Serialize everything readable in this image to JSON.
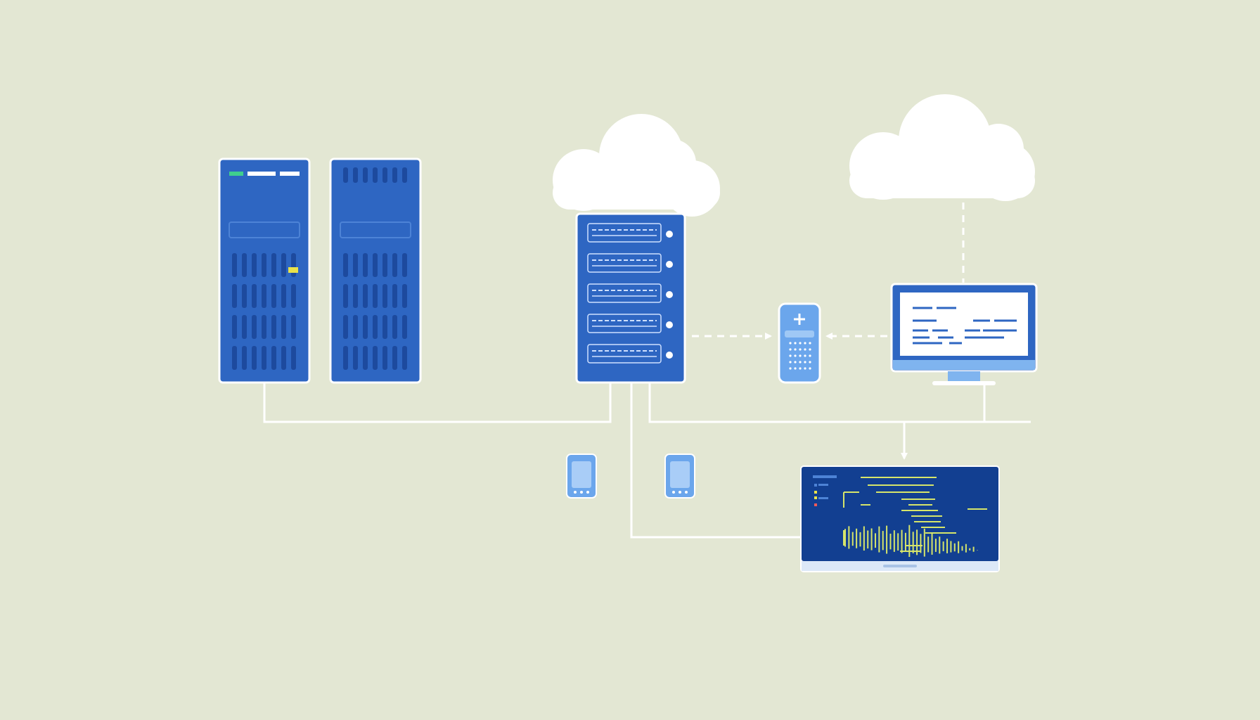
{
  "scene": {
    "background": "#e3e7d3",
    "link_color": "#ffffff"
  },
  "colors": {
    "server_blue": "#2e66c2",
    "server_border": "#ffffff",
    "vent_dark": "#1d4a9e",
    "rack_unit_line": "#cfe0ff",
    "light_blue_device": "#6ba6ec",
    "phone_screen": "#a9cdf7",
    "monitor_frame": "#2e66c2",
    "monitor_screen": "#ffffff",
    "monitor_text_lines": "#2e66c2",
    "monitor_stand": "#7fb4ef",
    "dashboard_bg": "#123f91",
    "dashboard_chart": "#d6e56a",
    "led_green": "#3fcf8e",
    "led_yellow": "#e9e24a",
    "led_red": "#ee5a5a",
    "cloud": "#ffffff"
  },
  "nodes": [
    {
      "id": "tower-server-left",
      "icon": "tower-server-icon"
    },
    {
      "id": "tower-server-right",
      "icon": "tower-server-icon"
    },
    {
      "id": "rack-server",
      "icon": "rack-server-icon"
    },
    {
      "id": "cloud-left",
      "icon": "cloud-icon"
    },
    {
      "id": "cloud-right",
      "icon": "cloud-icon"
    },
    {
      "id": "medical-device",
      "icon": "medical-terminal-icon"
    },
    {
      "id": "desktop-monitor",
      "icon": "desktop-monitor-icon"
    },
    {
      "id": "phone-left",
      "icon": "smartphone-icon"
    },
    {
      "id": "phone-right",
      "icon": "smartphone-icon"
    },
    {
      "id": "analytics-laptop",
      "icon": "laptop-dashboard-icon"
    }
  ],
  "links": [
    {
      "from": "tower-server-left",
      "to": "rack-server",
      "style": "solid"
    },
    {
      "from": "rack-server",
      "to": "analytics-laptop",
      "style": "solid"
    },
    {
      "from": "rack-server",
      "to": "desktop-monitor",
      "style": "solid"
    },
    {
      "from": "desktop-monitor",
      "to": "analytics-laptop",
      "style": "solid-arrow"
    },
    {
      "from": "rack-server",
      "to": "medical-device",
      "style": "dashed-arrow"
    },
    {
      "from": "desktop-monitor",
      "to": "medical-device",
      "style": "dashed-arrow"
    },
    {
      "from": "cloud-right",
      "to": "desktop-monitor",
      "style": "dashed"
    }
  ],
  "dashboard": {
    "bar_levels": [
      0.35,
      0.45,
      0.28,
      0.4,
      0.3,
      0.5,
      0.38,
      0.46,
      0.32,
      0.55,
      0.42,
      0.6,
      0.36,
      0.48,
      0.4,
      0.52,
      0.44,
      0.7,
      0.5,
      0.58,
      0.46,
      0.64,
      0.4,
      0.52,
      0.36,
      0.44,
      0.3,
      0.4,
      0.34,
      0.28,
      0.36,
      0.22,
      0.3,
      0.18,
      0.24,
      0.14
    ]
  }
}
